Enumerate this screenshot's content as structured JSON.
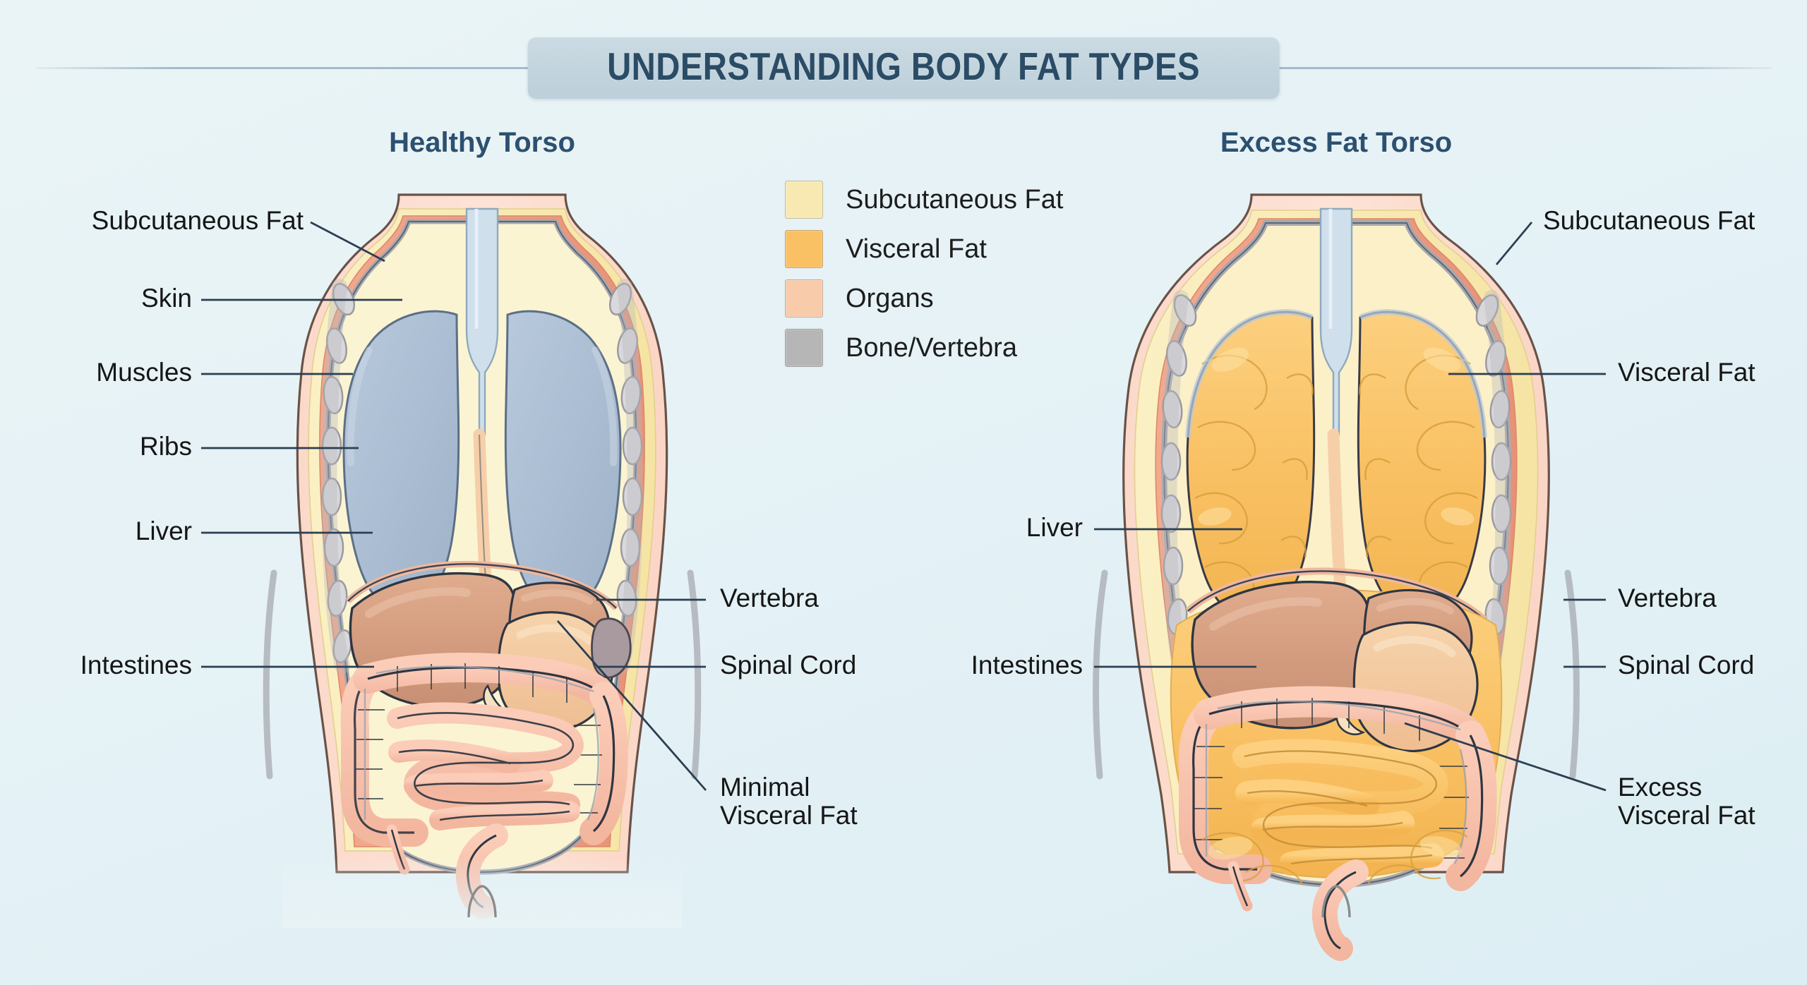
{
  "header": {
    "title": "UNDERSTANDING BODY FAT TYPES"
  },
  "panels": {
    "left": {
      "title": "Healthy Torso"
    },
    "right": {
      "title": "Excess Fat Torso"
    }
  },
  "legend": {
    "items": [
      {
        "label": "Subcutaneous Fat",
        "color": "#f8e9b2"
      },
      {
        "label": "Visceral Fat",
        "color": "#f9c164"
      },
      {
        "label": "Organs",
        "color": "#f8cbaa"
      },
      {
        "label": "Bone/Vertebra",
        "color": "#b6b6b6"
      }
    ]
  },
  "callouts": {
    "left": [
      {
        "label": "Subcutaneous Fat"
      },
      {
        "label": "Skin"
      },
      {
        "label": "Muscles"
      },
      {
        "label": "Ribs"
      },
      {
        "label": "Liver"
      },
      {
        "label": "Intestines"
      },
      {
        "label": "Vertebra"
      },
      {
        "label": "Spinal Cord"
      },
      {
        "label": "Minimal"
      },
      {
        "label": "Visceral Fat"
      }
    ],
    "right": [
      {
        "label": "Subcutaneous Fat"
      },
      {
        "label": "Visceral Fat"
      },
      {
        "label": "Liver"
      },
      {
        "label": "Intestines"
      },
      {
        "label": "Vertebra"
      },
      {
        "label": "Spinal Cord"
      },
      {
        "label": "Excess"
      },
      {
        "label": "Visceral Fat"
      }
    ]
  },
  "palette": {
    "background_top": "#eaf4f7",
    "background_bottom": "#dceef4",
    "title_text": "#2b4c66",
    "title_banner": "#c5d6df",
    "panel_heading": "#2c5070",
    "label_text": "#161616",
    "leader_line": "#2b3e52",
    "skin": "#fbd7c8",
    "subcutaneous_fat": "#f8e9b2",
    "muscle": "#f0a184",
    "bone": "#b6b6b6",
    "lung": "#a9bdd2",
    "liver": "#d9a183",
    "stomach": "#f0c69c",
    "intestine": "#f6bfa8",
    "visceral_fat": "#f9c164",
    "outline": "#3a3a47",
    "body_contour": "#b0b6bb"
  }
}
